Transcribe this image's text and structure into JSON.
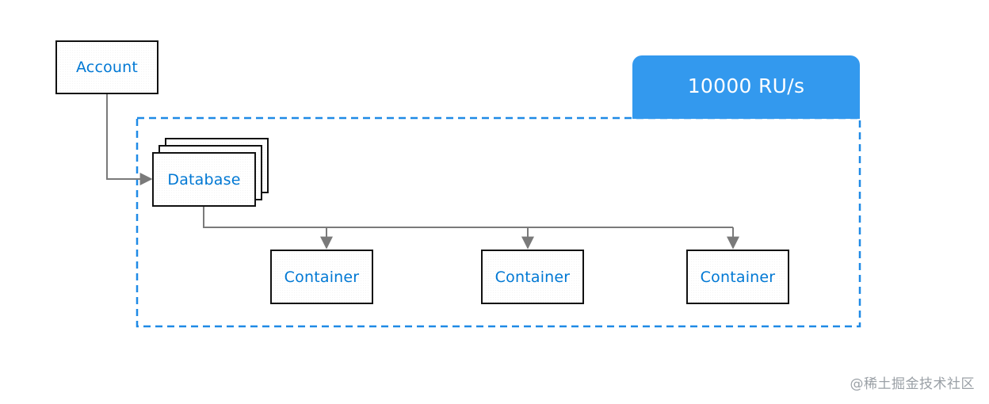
{
  "colors": {
    "accent": "#0078d4",
    "tab_fill": "#3399ee",
    "dashed_border": "#1f8ae6",
    "connector": "#7a7a7a",
    "box_border": "#111111",
    "watermark": "#9aa0a6"
  },
  "throughput": {
    "label": "10000 RU/s"
  },
  "nodes": {
    "account": {
      "label": "Account"
    },
    "database": {
      "label": "Database"
    },
    "containers": [
      {
        "label": "Container"
      },
      {
        "label": "Container"
      },
      {
        "label": "Container"
      }
    ]
  },
  "watermark": {
    "text": "@稀土掘金技术社区"
  }
}
